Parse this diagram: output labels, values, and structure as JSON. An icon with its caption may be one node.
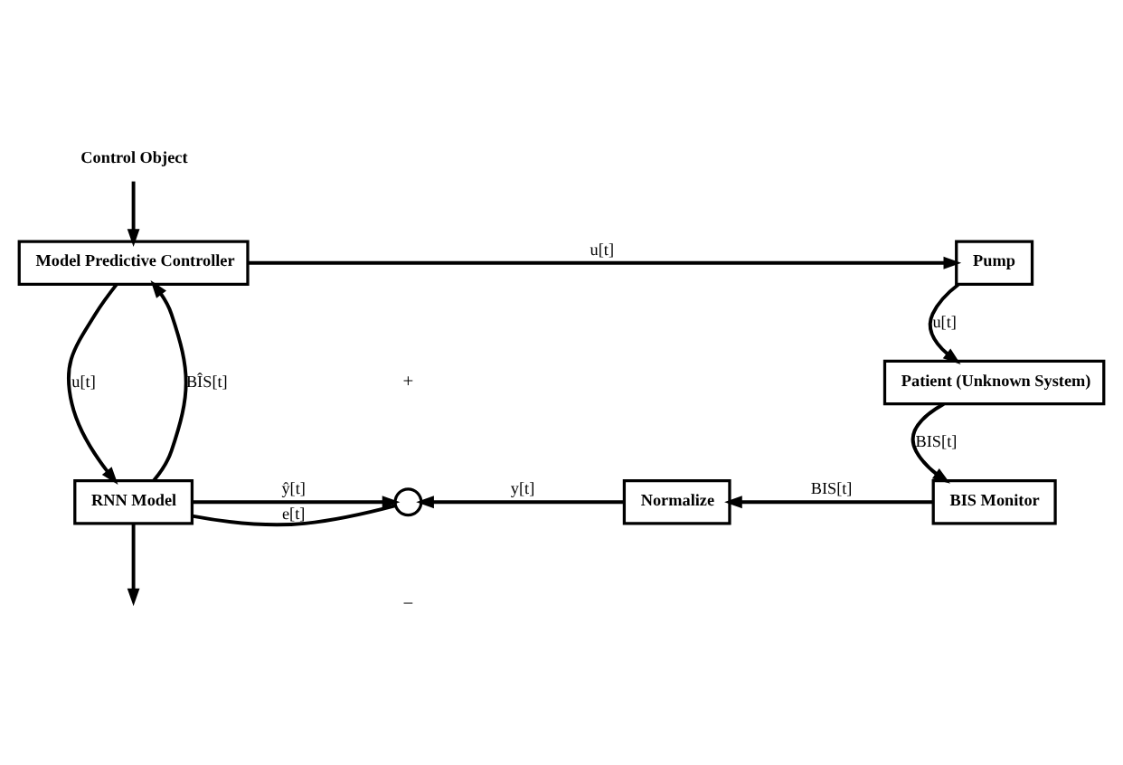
{
  "diagram": {
    "nodes": [
      {
        "text": [
          "Control Object"
        ]
      },
      {
        "text": [
          "Model Predictive Controller"
        ]
      },
      {
        "text": [
          "Pump"
        ]
      },
      {
        "text": [
          "Patient (Unknown System)"
        ]
      },
      {
        "text": [
          "BIS Monitor"
        ]
      },
      {
        "text": [
          "Normalize"
        ]
      },
      {
        "text": [],
        "shape": "circle"
      },
      {
        "text": [
          "RNN Model"
        ]
      }
    ],
    "edges": [
      {
        "from": 0,
        "to": 1,
        "arrow": "to"
      },
      {
        "from": 1,
        "to": 2,
        "label": "u[t]",
        "arrow": "to"
      },
      {
        "from": 2,
        "to": 3,
        "label": "u[t]",
        "arrow": "to"
      },
      {
        "from": 3,
        "to": 4,
        "label": "BIS[t]",
        "arrow": "to"
      },
      {
        "from": 4,
        "to": 5,
        "label": "BIS[t]",
        "arrow": "to"
      },
      {
        "from": 5,
        "to": 6,
        "label": "y[t]",
        "arrow": "to"
      },
      {
        "from": 7,
        "to": 6,
        "label": "ŷ[t]",
        "arrow": "to"
      },
      {
        "from": 6,
        "to": 7,
        "label": "e[t]",
        "arrow": "none"
      },
      {
        "from": 7,
        "to": 1,
        "label": "BÎS[t]",
        "arrow": "to"
      },
      {
        "from": 1,
        "to": 7,
        "label": "u[t]",
        "arrow": "to"
      },
      {
        "from": 7,
        "to": null,
        "arrow": "to"
      }
    ],
    "labels": [
      "+",
      "−"
    ]
  }
}
